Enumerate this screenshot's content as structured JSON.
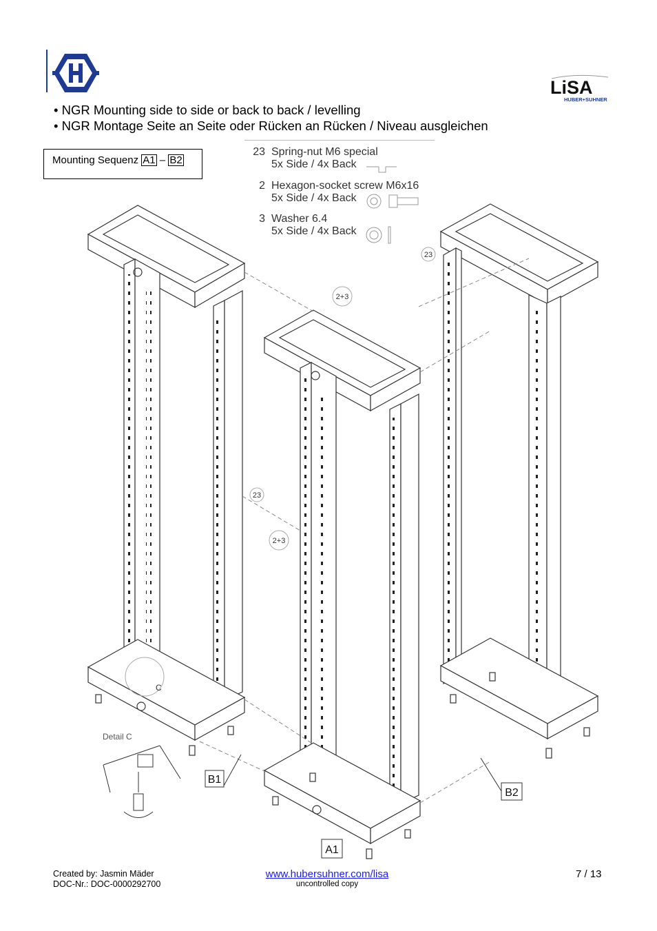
{
  "header": {
    "bullets": [
      "• NGR Mounting side to side or back to back / levelling",
      "• NGR Montage Seite an Seite oder Rücken an Rücken / Niveau ausgleichen"
    ],
    "right_logo_text": "LiSA",
    "right_logo_sub": "HUBER+SUHNER",
    "left_logo_letter": "H"
  },
  "sequence": {
    "label": "Mounting Sequenz",
    "start": "A1",
    "dash": "–",
    "end": "B2"
  },
  "legend": [
    {
      "num": "23",
      "name": "Spring-nut M6 special",
      "qty": "5x Side / 4x Back"
    },
    {
      "num": "2",
      "name": "Hexagon-socket screw M6x16",
      "qty": "5x Side / 4x Back"
    },
    {
      "num": "3",
      "name": "Washer 6.4",
      "qty": "5x Side / 4x Back"
    }
  ],
  "diagram": {
    "callouts": {
      "c23_left": "23",
      "c23_right": "23",
      "c23_top": "2+3",
      "c23_mid": "2+3",
      "detail_marker": "C"
    },
    "detail_title": "Detail C",
    "labels": {
      "a1": "A1",
      "b1": "B1",
      "b2": "B2"
    }
  },
  "footer": {
    "created_by": "Created by: Jasmin Mäder",
    "doc_nr": "DOC-Nr.: DOC-0000292700",
    "link": "www.hubersuhner.com/lisa",
    "note": "uncontrolled copy",
    "page": "7 / 13"
  },
  "colors": {
    "brand_blue": "#1f3a93",
    "link": "#1a1aff",
    "line": "#333333"
  }
}
